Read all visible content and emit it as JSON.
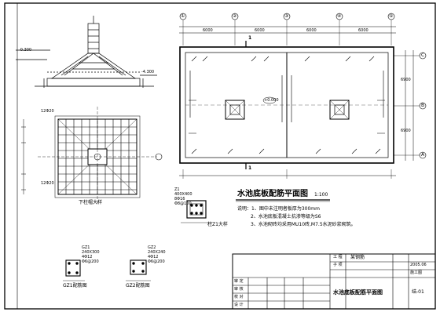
{
  "drawing": {
    "plan_title": "水池底板配筋平面图",
    "plan_scale": "1:100",
    "notes": [
      "说明：1、图中未注明者板厚为300mm",
      "2、水池底板混凝土抗渗等级为S6",
      "3、水池砌砖均采用MU10砖,M7.5水泥砂浆砌筑。"
    ],
    "axes_top": [
      "①",
      "②",
      "③",
      "④",
      "⑤"
    ],
    "axes_right": [
      "C",
      "B",
      "A"
    ],
    "dims_top": [
      "6000",
      "6000",
      "6000",
      "6000"
    ],
    "dims_right": [
      "6900",
      "6900"
    ],
    "section_mark": "1",
    "center_label": "+0.000",
    "detail_pier_title": "下柱帽大样",
    "detail_col_title": "柱Z1大样",
    "detail_col_text": [
      "Z1",
      "400X400",
      "8Φ16",
      "Φ8@100"
    ],
    "beam_a_title": "GZ1配筋图",
    "beam_a_text": [
      "GZ1",
      "240X300",
      "4Φ12",
      "Φ6@200"
    ],
    "beam_b_title": "GZ2配筋图",
    "beam_b_text": [
      "GZ2",
      "240X240",
      "4Φ12",
      "Φ6@200"
    ],
    "elev_labels": [
      "-0.300",
      "-4.300",
      "12Φ20",
      "12Φ20"
    ],
    "titleblock": {
      "project_label": "工 程",
      "project_name": "某钢筋",
      "sub_label": "子 项",
      "drawing_name": "水池底板配筋平面图",
      "date": "2005.06",
      "stage": "施工图",
      "sheet_no": "结-01",
      "rows": [
        "审 定",
        "审 核",
        "校 对",
        "设 计"
      ]
    }
  }
}
